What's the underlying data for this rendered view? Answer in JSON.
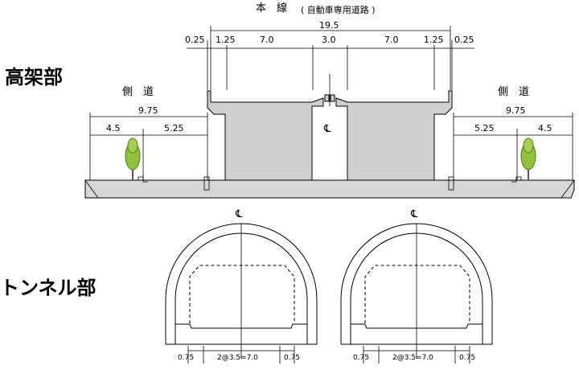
{
  "title_main": "本　線",
  "title_sub": "( 自動車専用道路 )",
  "section_labels": {
    "elevated": "高架部",
    "tunnel": "トンネル部"
  },
  "side_road_label": "側　道",
  "centerline_symbol": "℄",
  "top_dims": {
    "total": "19.5",
    "left_edge": "0.25",
    "left_shoulder": "1.25",
    "left_lanes": "7.0",
    "median": "3.0",
    "right_lanes": "7.0",
    "right_shoulder": "1.25",
    "right_edge": "0.25"
  },
  "side_left_dims": {
    "total": "9.75",
    "a": "4.5",
    "b": "5.25"
  },
  "side_right_dims": {
    "total": "9.75",
    "a": "5.25",
    "b": "4.5"
  },
  "tunnel_dims": {
    "left": "0.75",
    "lanes": "2@3.5=7.0",
    "right": "0.75"
  },
  "colors": {
    "tree": "#8fc13b",
    "concrete": "#cfcfcf"
  }
}
